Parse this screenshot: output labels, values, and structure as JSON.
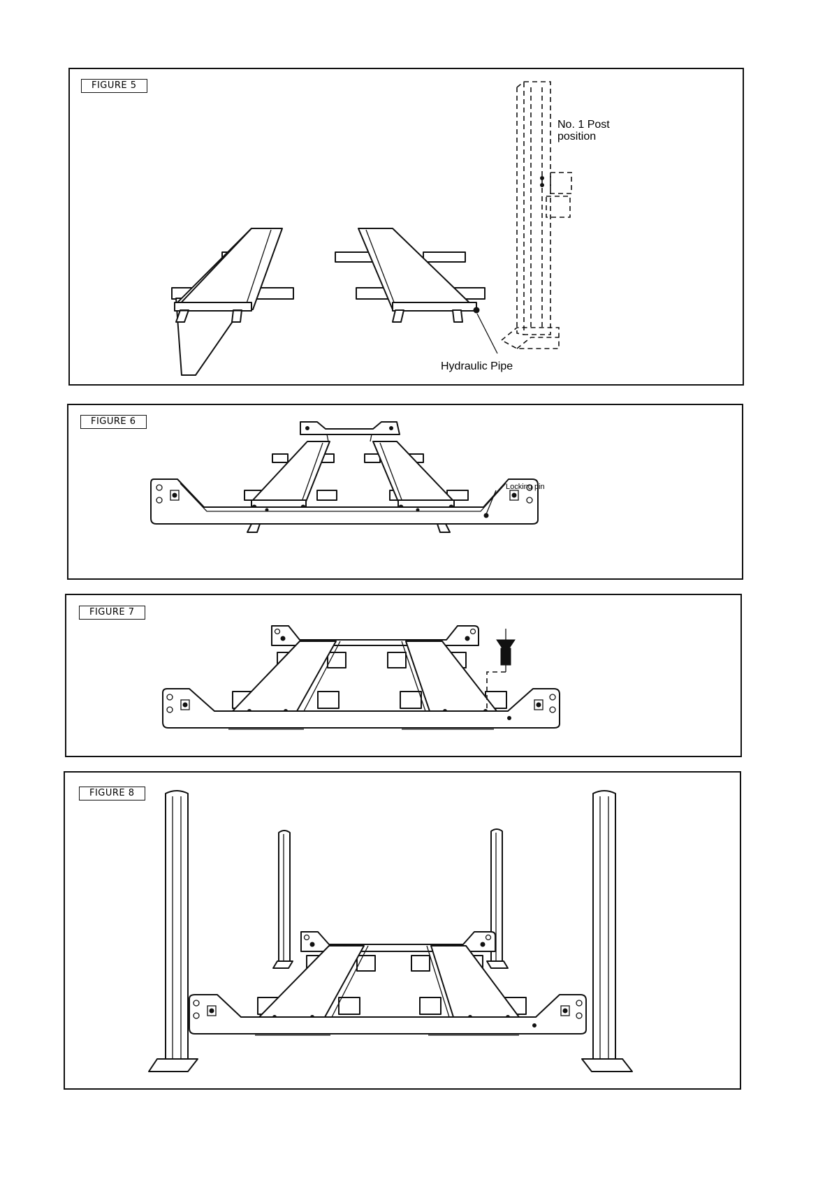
{
  "figures": [
    {
      "label": "FIGURE 5",
      "annotations": {
        "post_position": "No. 1 Post position",
        "hydraulic_pipe": "Hydraulic Pipe"
      }
    },
    {
      "label": "FIGURE 6",
      "annotations": {
        "locking_pin": "Locking pin"
      }
    },
    {
      "label": "FIGURE 7",
      "annotations": {}
    },
    {
      "label": "FIGURE 8",
      "annotations": {}
    }
  ]
}
